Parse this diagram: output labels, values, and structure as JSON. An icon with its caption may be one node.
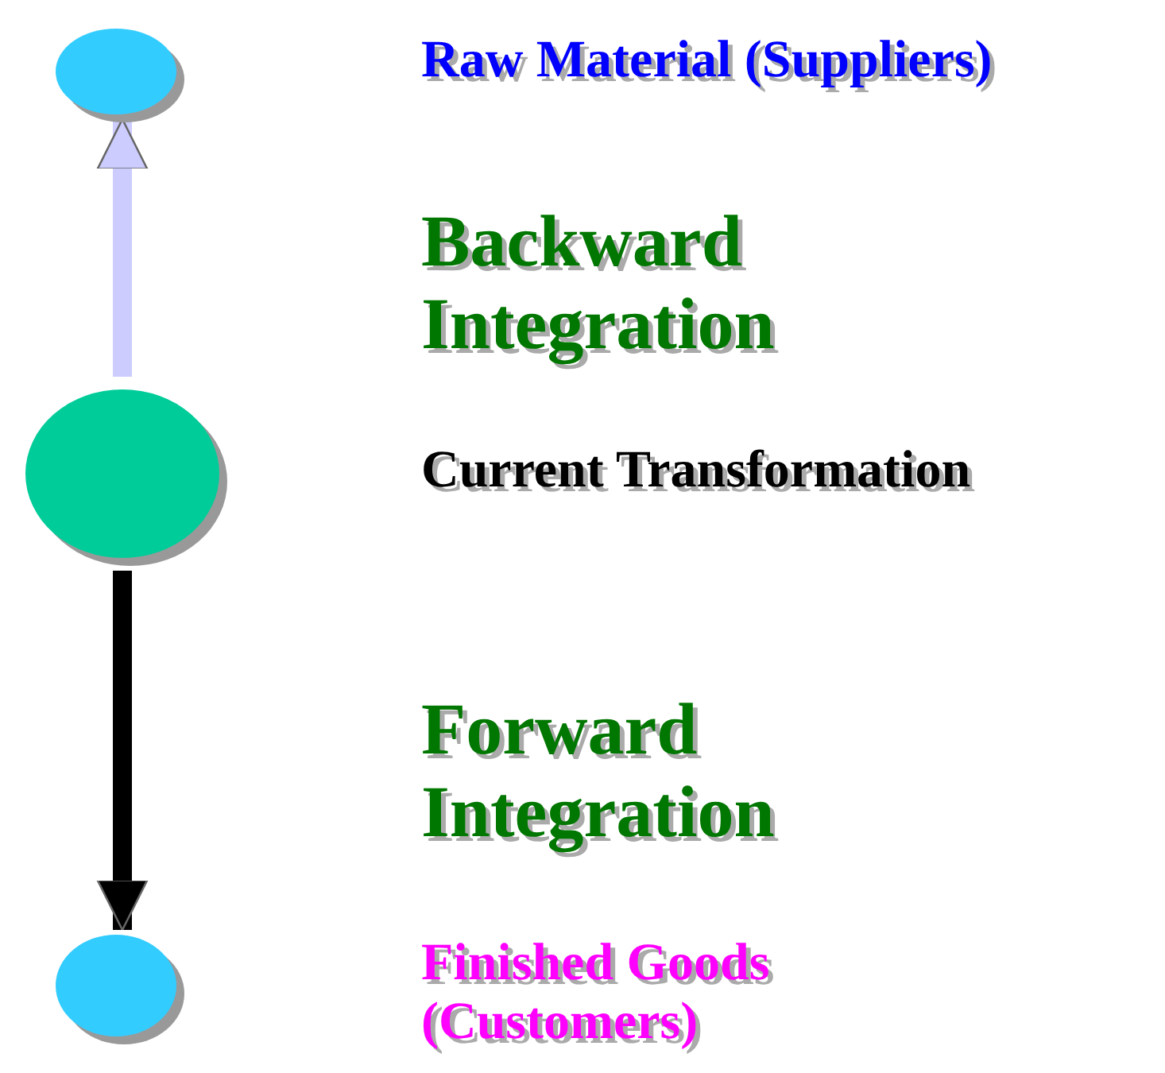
{
  "diagram": {
    "nodes": [
      {
        "text": [],
        "shape": "ellipse"
      },
      {
        "text": [],
        "shape": "ellipse"
      },
      {
        "text": [],
        "shape": "ellipse"
      }
    ],
    "edges": [
      {
        "from": 1,
        "to": 0,
        "arrow": "to",
        "color": "#ccccff"
      },
      {
        "from": 1,
        "to": 2,
        "arrow": "to",
        "color": "#000000"
      }
    ],
    "labels": [
      "Raw Material (Suppliers)",
      "Backward Integration",
      "Current Transformation",
      "Forward Integration",
      "Finished Goods (Customers)"
    ]
  }
}
